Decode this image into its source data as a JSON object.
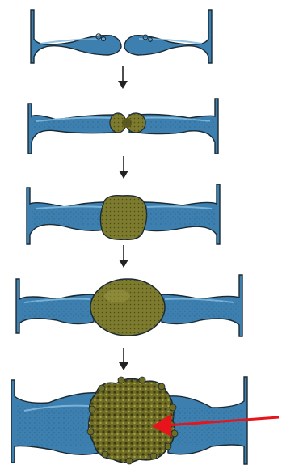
{
  "figure": {
    "stages": [
      {
        "id": "stage-1",
        "kind": "gametangia-contact"
      },
      {
        "id": "stage-2",
        "kind": "fusion-begins"
      },
      {
        "id": "stage-3",
        "kind": "young-zygote"
      },
      {
        "id": "stage-4",
        "kind": "enlarging-zygote"
      },
      {
        "id": "stage-5",
        "kind": "mature-zygospore"
      }
    ],
    "colors": {
      "hypha": "#3d7fae",
      "hypha_light": "#6fa8cf",
      "outline": "#1a2a35",
      "zygote": "#7d7b2e",
      "zygote_dark": "#4f4c17",
      "flow_arrow": "#222222",
      "pointer_arrow": "#e8141c"
    },
    "icons": {
      "flow": "down-arrow-icon",
      "pointer": "red-pointer-arrow-icon"
    }
  }
}
